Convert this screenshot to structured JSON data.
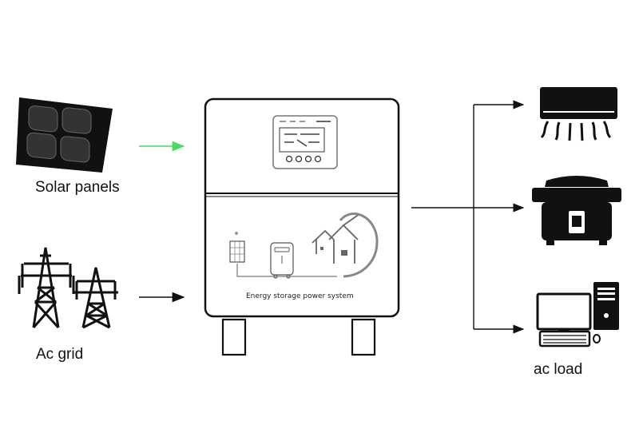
{
  "labels": {
    "solar": "Solar panels",
    "grid": "Ac grid",
    "load": "ac load",
    "system": "Energy storage power system"
  },
  "icons": [
    "solar-panel-icon",
    "power-tower-icon",
    "air-conditioner-icon",
    "rice-cooker-icon",
    "computer-icon",
    "house-icon",
    "battery-icon",
    "inverter-icon"
  ],
  "colors": {
    "solar_arrow": "#4cd964",
    "lines": "#111111"
  }
}
